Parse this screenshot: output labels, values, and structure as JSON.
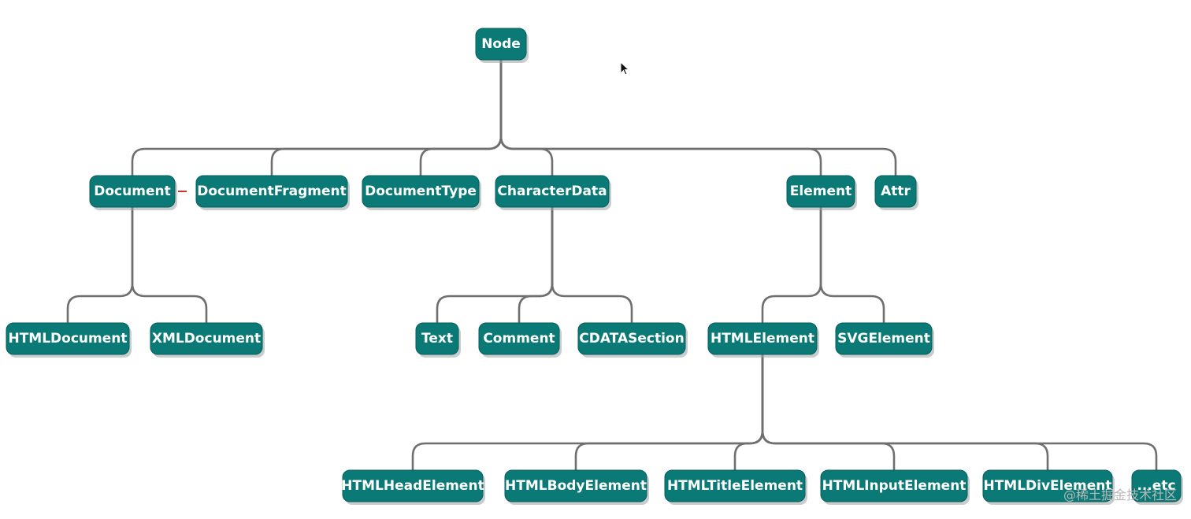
{
  "diagram": {
    "nodes": [
      {
        "id": "node",
        "label": "Node"
      },
      {
        "id": "document",
        "label": "Document"
      },
      {
        "id": "documentfragment",
        "label": "DocumentFragment"
      },
      {
        "id": "documenttype",
        "label": "DocumentType"
      },
      {
        "id": "characterdata",
        "label": "CharacterData"
      },
      {
        "id": "element",
        "label": "Element"
      },
      {
        "id": "attr",
        "label": "Attr"
      },
      {
        "id": "htmldocument",
        "label": "HTMLDocument"
      },
      {
        "id": "xmldocument",
        "label": "XMLDocument"
      },
      {
        "id": "text",
        "label": "Text"
      },
      {
        "id": "comment",
        "label": "Comment"
      },
      {
        "id": "cdatasection",
        "label": "CDATASection"
      },
      {
        "id": "htmlelement",
        "label": "HTMLElement"
      },
      {
        "id": "svgelement",
        "label": "SVGElement"
      },
      {
        "id": "htmlheadelement",
        "label": "HTMLHeadElement"
      },
      {
        "id": "htmlbodyelement",
        "label": "HTMLBodyElement"
      },
      {
        "id": "htmltitleelement",
        "label": "HTMLTitleElement"
      },
      {
        "id": "htmlinputelement",
        "label": "HTMLInputElement"
      },
      {
        "id": "htmldivelement",
        "label": "HTMLDivElement"
      },
      {
        "id": "etc",
        "label": "...etc"
      }
    ],
    "edges": [
      [
        "node",
        "document"
      ],
      [
        "node",
        "documentfragment"
      ],
      [
        "node",
        "documenttype"
      ],
      [
        "node",
        "characterdata"
      ],
      [
        "node",
        "element"
      ],
      [
        "node",
        "attr"
      ],
      [
        "document",
        "htmldocument"
      ],
      [
        "document",
        "xmldocument"
      ],
      [
        "characterdata",
        "text"
      ],
      [
        "characterdata",
        "comment"
      ],
      [
        "characterdata",
        "cdatasection"
      ],
      [
        "element",
        "htmlelement"
      ],
      [
        "element",
        "svgelement"
      ],
      [
        "htmlelement",
        "htmlheadelement"
      ],
      [
        "htmlelement",
        "htmlbodyelement"
      ],
      [
        "htmlelement",
        "htmltitleelement"
      ],
      [
        "htmlelement",
        "htmlinputelement"
      ],
      [
        "htmlelement",
        "htmldivelement"
      ],
      [
        "htmlelement",
        "etc"
      ]
    ],
    "colors": {
      "node_fill": "#0b7a77",
      "node_text": "#ffffff",
      "connector": "#6f6f6f"
    }
  },
  "watermark": "@稀土掘金技术社区"
}
